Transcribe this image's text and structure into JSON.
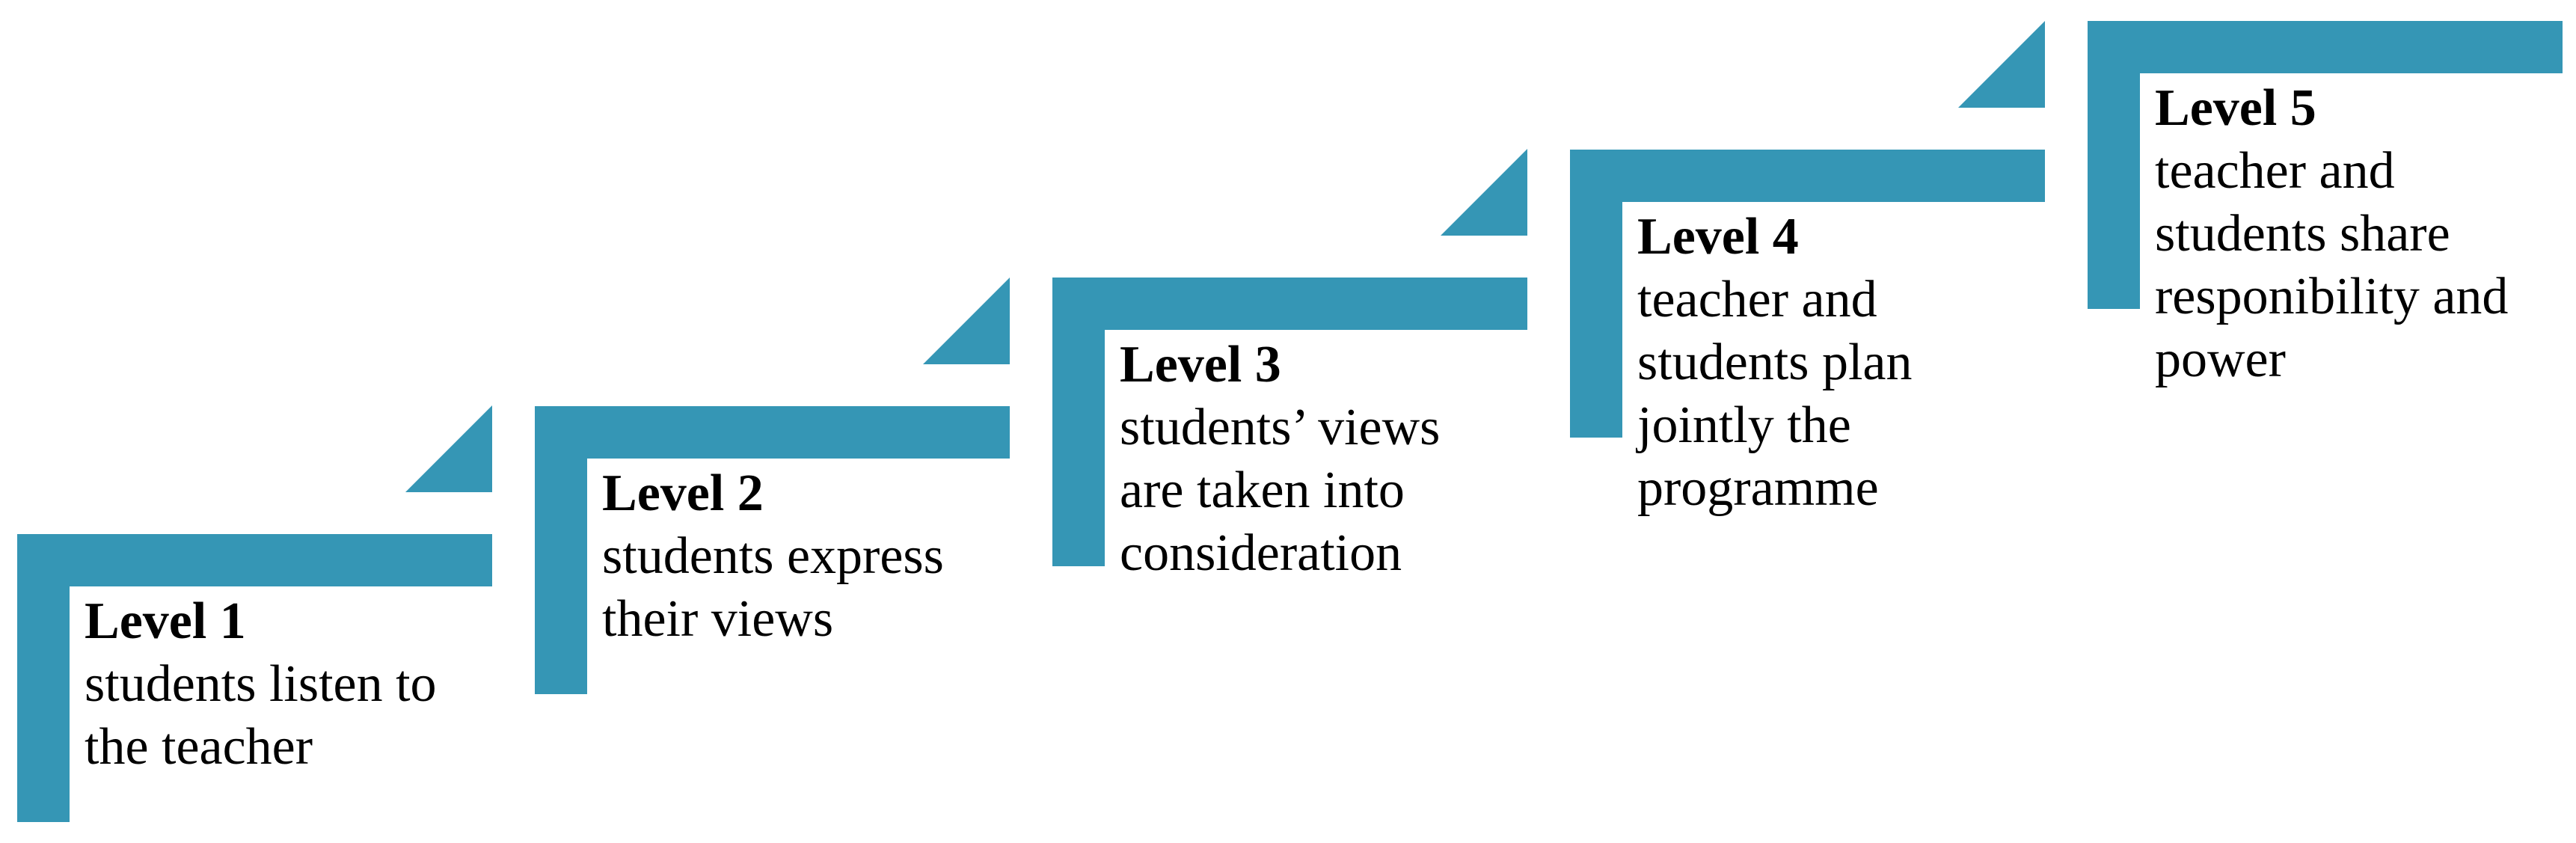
{
  "figure": {
    "accent_color": "#3596B5",
    "text_color": "#000000",
    "background_color": "#FFFFFF"
  },
  "levels": [
    {
      "title": "Level 1",
      "lines": [
        "students listen to",
        "the teacher"
      ]
    },
    {
      "title": "Level 2",
      "lines": [
        "students express",
        "their views"
      ]
    },
    {
      "title": "Level 3",
      "lines": [
        "students’ views",
        "are taken into",
        "consideration"
      ]
    },
    {
      "title": "Level 4",
      "lines": [
        "teacher and",
        "students plan",
        "jointly the",
        "programme"
      ]
    },
    {
      "title": "Level 5",
      "lines": [
        "teacher and",
        "students share",
        "responibility and",
        "power"
      ]
    }
  ]
}
